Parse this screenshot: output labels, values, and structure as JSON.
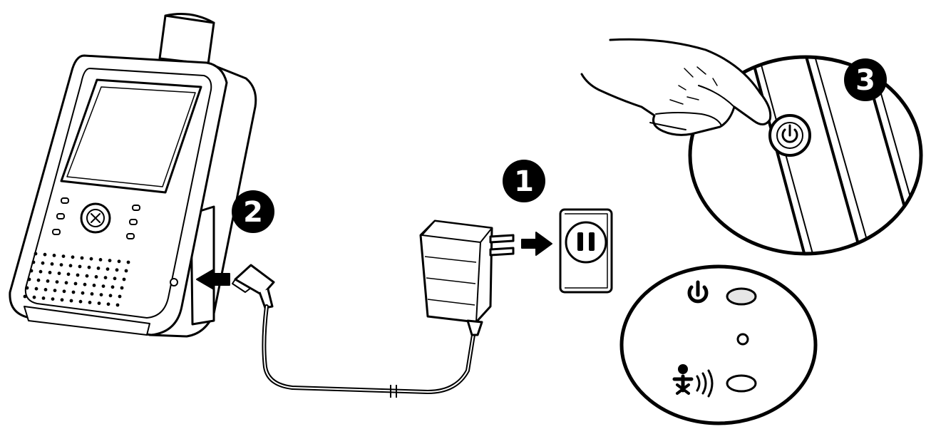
{
  "steps": {
    "step1": {
      "number": "1"
    },
    "step2": {
      "number": "2"
    },
    "step3": {
      "number": "3"
    }
  },
  "icons": {
    "power": "power-icon",
    "baby_sound": "baby-sound-icon",
    "outlet": "wall-outlet",
    "adapter": "power-adapter",
    "arrow": "arrow-right"
  },
  "colors": {
    "line": "#000000",
    "fill": "#ffffff",
    "shade": "#e6e6e6"
  }
}
